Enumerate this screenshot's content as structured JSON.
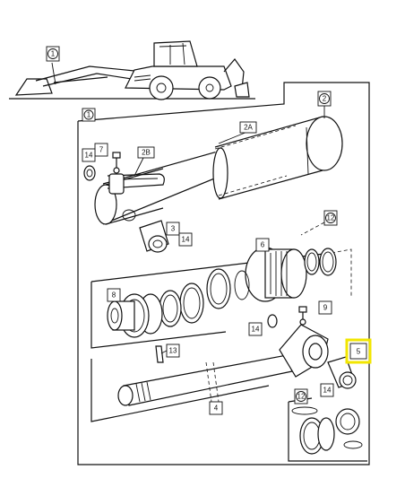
{
  "diagram": {
    "callouts": {
      "machine": "1",
      "assembly": "1",
      "cylinder": "2",
      "barrel": "2A",
      "tube": "2B",
      "bush_3": "3",
      "rod": "4",
      "bush_5": "5",
      "piston": "6",
      "grease_7": "7",
      "gland": "8",
      "grease_9": "9",
      "kit": "12",
      "kit_inset": "12",
      "pin": "13",
      "seal_a": "14",
      "seal_b": "14",
      "seal_c": "14",
      "seal_d": "14"
    },
    "highlight_color": "#f2e600",
    "ink_color": "#111111"
  }
}
